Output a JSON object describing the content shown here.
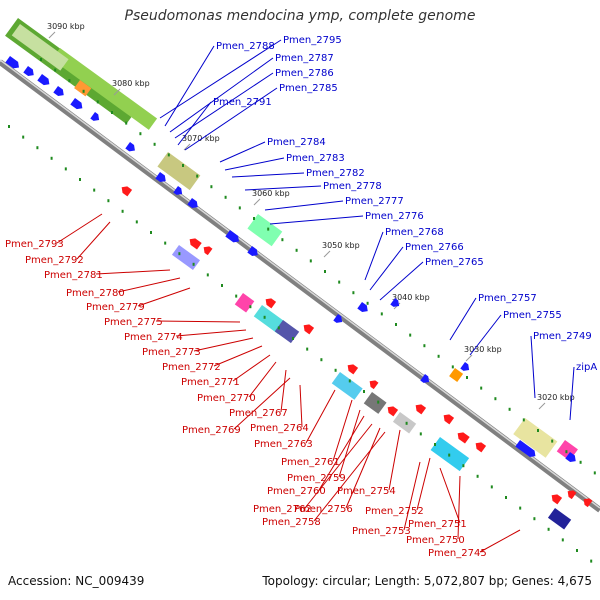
{
  "title": "Pseudomonas mendocina ymp, complete genome",
  "accession": "Accession: NC_009439",
  "summary": "Topology: circular; Length: 5,072,807 bp; Genes: 4,675",
  "ticks": [
    "3090 kbp",
    "3080 kbp",
    "3070 kbp",
    "3060 kbp",
    "3050 kbp",
    "3040 kbp",
    "3030 kbp",
    "3020 kbp"
  ],
  "labels_blue": [
    "Pmen_2795",
    "Pmen_2788",
    "Pmen_2787",
    "Pmen_2786",
    "Pmen_2791",
    "Pmen_2785",
    "Pmen_2784",
    "Pmen_2783",
    "Pmen_2782",
    "Pmen_2778",
    "Pmen_2777",
    "Pmen_2776",
    "Pmen_2768",
    "Pmen_2766",
    "Pmen_2765",
    "Pmen_2757",
    "Pmen_2755",
    "Pmen_2749",
    "zipA"
  ],
  "labels_red": [
    "Pmen_2793",
    "Pmen_2792",
    "Pmen_2781",
    "Pmen_2780",
    "Pmen_2779",
    "Pmen_2775",
    "Pmen_2774",
    "Pmen_2773",
    "Pmen_2772",
    "Pmen_2771",
    "Pmen_2770",
    "Pmen_2767",
    "Pmen_2769",
    "Pmen_2764",
    "Pmen_2763",
    "Pmen_2761",
    "Pmen_2759",
    "Pmen_2760",
    "Pmen_2754",
    "Pmen_2762",
    "Pmen_2756",
    "Pmen_2758",
    "Pmen_2752",
    "Pmen_2753",
    "Pmen_2751",
    "Pmen_2750",
    "Pmen_2745"
  ],
  "colors": {
    "forward": "#1a1aff",
    "reverse": "#ff1a1a",
    "backbone": "#808080",
    "gc": "#1f8a1f",
    "label_blue": "#0000cc",
    "label_red": "#cc0000"
  }
}
